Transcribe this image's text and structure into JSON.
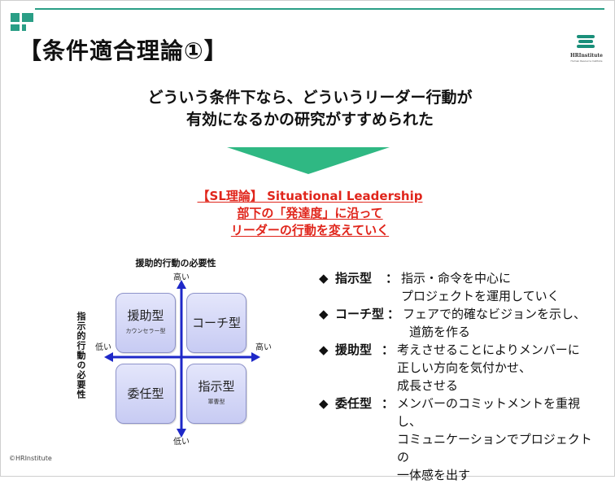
{
  "title": "【条件適合理論①】",
  "logo": {
    "name": "HRInstitute",
    "tagline": "Human Resource Institute"
  },
  "lead": {
    "line1": "どういう条件下なら、どういうリーダー行動が",
    "line2": "有効になるかの研究がすすめられた"
  },
  "sl": {
    "line1": "【SL理論】 Situational Leadership",
    "line2": "部下の「発達度」に沿って",
    "line3": "リーダーの行動を変えていく"
  },
  "diagram": {
    "y_axis_title": "援助的行動の必要性",
    "x_axis_title": "指示的行動の必要性",
    "high_top": "高い",
    "low_bottom": "低い",
    "low_left": "低い",
    "high_right": "高い",
    "quadrants": {
      "top_left": {
        "name": "援助型",
        "sub": "カウンセラー型"
      },
      "top_right": {
        "name": "コーチ型"
      },
      "bottom_left": {
        "name": "委任型"
      },
      "bottom_right": {
        "name": "指示型",
        "sub": "軍曹型"
      }
    },
    "colors": {
      "axis": "#1e28c8",
      "quadrant_fill": "#d4d7f7"
    }
  },
  "types": [
    {
      "bullet": "◆",
      "name": "指示型",
      "colon": "：",
      "line1": "指示・命令を中心に",
      "line2": "プロジェクトを運用していく"
    },
    {
      "bullet": "◆",
      "name": "コーチ型",
      "colon": "：",
      "line1": "フェアで的確なビジョンを示し、",
      "line2": "道筋を作る"
    },
    {
      "bullet": "◆",
      "name": "援助型",
      "colon": "：",
      "line1": "考えさせることによりメンバーに",
      "line2": "正しい方向を気付かせ、",
      "line3": "成長させる"
    },
    {
      "bullet": "◆",
      "name": "委任型",
      "colon": "：",
      "line1": "メンバーのコミットメントを重視し、",
      "line2": "コミュニケーションでプロジェクトの",
      "line3": "一体感を出す"
    }
  ],
  "copyright": "©HRInstitute",
  "colors": {
    "accent_green": "#2a9e86",
    "arrow_green": "#2fb883",
    "sl_red": "#e0251b"
  }
}
